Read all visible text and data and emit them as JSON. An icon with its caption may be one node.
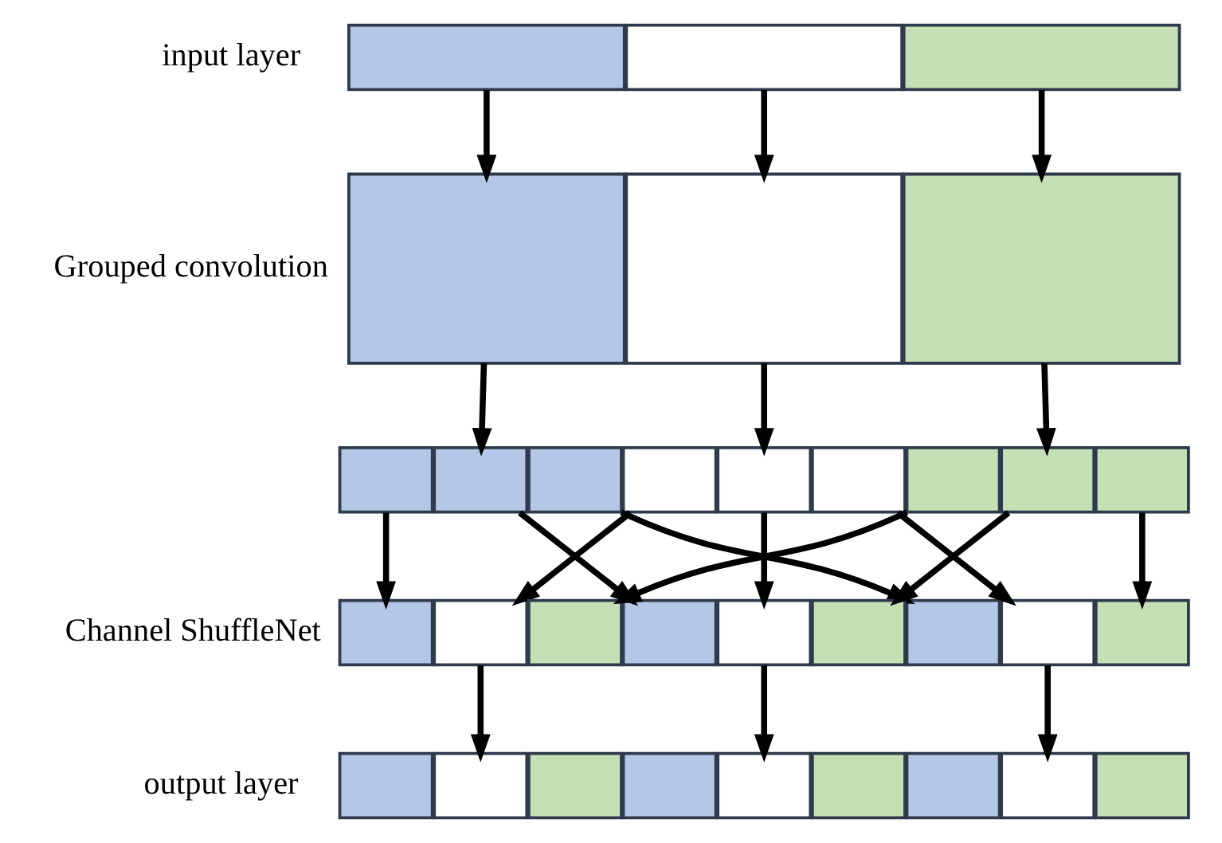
{
  "diagram": {
    "nodes": [
      {
        "text": [],
        "shape": "box"
      },
      {
        "text": [],
        "shape": "box"
      },
      {
        "text": [],
        "shape": "box"
      },
      {
        "text": [],
        "shape": "box"
      },
      {
        "text": [],
        "shape": "box"
      },
      {
        "text": [],
        "shape": "box"
      },
      {
        "text": [],
        "shape": "box"
      },
      {
        "text": [],
        "shape": "box"
      },
      {
        "text": [],
        "shape": "box"
      },
      {
        "text": [],
        "shape": "box"
      },
      {
        "text": [],
        "shape": "box"
      },
      {
        "text": [],
        "shape": "box"
      },
      {
        "text": [],
        "shape": "box"
      },
      {
        "text": [],
        "shape": "box"
      },
      {
        "text": [],
        "shape": "box"
      },
      {
        "text": [],
        "shape": "box"
      },
      {
        "text": [],
        "shape": "box"
      },
      {
        "text": [],
        "shape": "box"
      },
      {
        "text": [],
        "shape": "box"
      },
      {
        "text": [],
        "shape": "box"
      },
      {
        "text": [],
        "shape": "box"
      },
      {
        "text": [],
        "shape": "box"
      },
      {
        "text": [],
        "shape": "box"
      },
      {
        "text": [],
        "shape": "box"
      },
      {
        "text": [],
        "shape": "box"
      },
      {
        "text": [],
        "shape": "box"
      },
      {
        "text": [],
        "shape": "box"
      },
      {
        "text": [],
        "shape": "box"
      },
      {
        "text": [],
        "shape": "box"
      },
      {
        "text": [],
        "shape": "box"
      },
      {
        "text": [],
        "shape": "box"
      },
      {
        "text": [],
        "shape": "box"
      },
      {
        "text": [],
        "shape": "box"
      }
    ],
    "edges": [
      {
        "from": 0,
        "to": 3,
        "arrow": "to"
      },
      {
        "from": 1,
        "to": 4,
        "arrow": "to"
      },
      {
        "from": 2,
        "to": 5,
        "arrow": "to"
      },
      {
        "from": 3,
        "to": 7,
        "arrow": "to"
      },
      {
        "from": 4,
        "to": 10,
        "arrow": "to"
      },
      {
        "from": 5,
        "to": 13,
        "arrow": "to"
      },
      {
        "from": 6,
        "to": 15,
        "arrow": "to"
      },
      {
        "from": 7,
        "to": 18,
        "arrow": "to"
      },
      {
        "from": 8,
        "to": 21,
        "arrow": "to"
      },
      {
        "from": 9,
        "to": 16,
        "arrow": "to"
      },
      {
        "from": 10,
        "to": 19,
        "arrow": "to"
      },
      {
        "from": 11,
        "to": 22,
        "arrow": "to"
      },
      {
        "from": 12,
        "to": 17,
        "arrow": "to"
      },
      {
        "from": 13,
        "to": 20,
        "arrow": "to"
      },
      {
        "from": 14,
        "to": 23,
        "arrow": "to"
      },
      {
        "from": 16,
        "to": 25,
        "arrow": "to"
      },
      {
        "from": 19,
        "to": 28,
        "arrow": "to"
      },
      {
        "from": 22,
        "to": 31,
        "arrow": "to"
      }
    ],
    "labels": [
      "input layer",
      "Grouped convolution",
      "Channel ShuffleNet",
      "output layer"
    ]
  }
}
